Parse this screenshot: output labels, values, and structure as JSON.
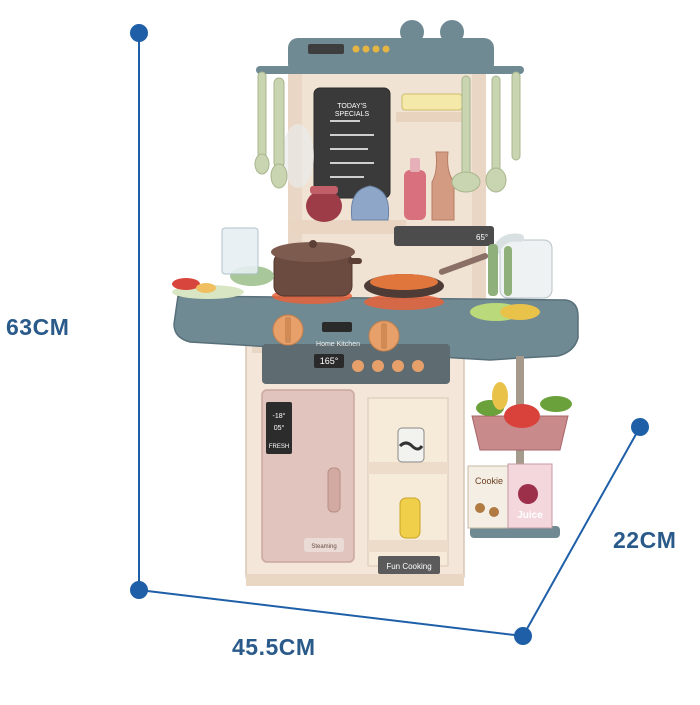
{
  "dimensions": {
    "height_label": "63CM",
    "width_label": "45.5CM",
    "depth_label": "22CM"
  },
  "product": {
    "board_lines": [
      "TODAY'S",
      "SPECIALS"
    ],
    "temp_display": "65°",
    "stove_display": "165°",
    "brand_label": "Home Kitchen",
    "fridge_temps": [
      "-18°",
      "05°"
    ],
    "fridge_label": "FRESH",
    "cabinet_label": "Fun Cooking",
    "fridge_badge": "Steaming",
    "box_cookie": "Cookie",
    "box_juice": "Juice"
  },
  "colors": {
    "accent_line": "#1f5fa8",
    "kitchen_teal": "#6f8a93",
    "kitchen_cream": "#f3e4d6",
    "fridge_pink": "#dfc3bd"
  }
}
